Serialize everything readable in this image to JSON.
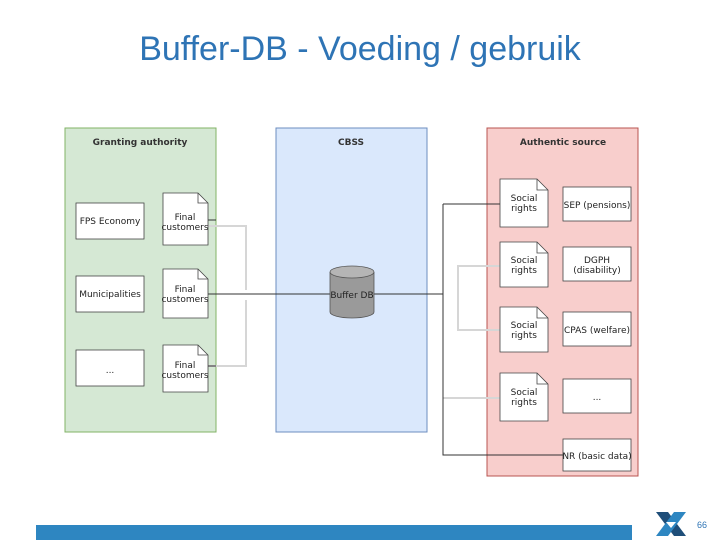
{
  "slide": {
    "title": "Buffer-DB - Voeding / gebruik",
    "page_number": "66"
  },
  "lanes": {
    "granting": "Granting authority",
    "cbss": "CBSS",
    "authentic": "Authentic source"
  },
  "granting_sources": [
    "FPS Economy",
    "Municipalities",
    "..."
  ],
  "final_customers_label": [
    "Final",
    "customers"
  ],
  "buffer_db": "Buffer DB",
  "social_rights_label": [
    "Social",
    "rights"
  ],
  "authentic_sources": [
    "SEP (pensions)",
    [
      "DGPH",
      "(disability)"
    ],
    "CPAS (welfare)",
    "...",
    "NR (basic data)"
  ],
  "colors": {
    "granting_fill": "#d5e8d4",
    "granting_stroke": "#82b366",
    "cbss_fill": "#dae8fc",
    "cbss_stroke": "#6c8ebf",
    "authentic_fill": "#f8cecc",
    "authentic_stroke": "#b85450",
    "title": "#2e74b5",
    "footer": "#2e86c1"
  }
}
